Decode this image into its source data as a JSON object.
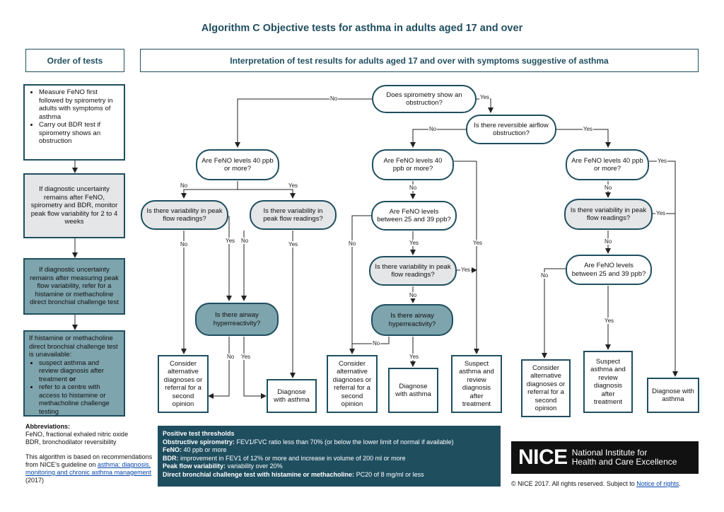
{
  "title": "Algorithm C Objective tests for asthma in adults aged 17 and over",
  "left_header": "Order of tests",
  "main_header": "Interpretation of test results for adults aged 17 and over with symptoms suggestive of asthma",
  "order": {
    "box1_items": [
      "Measure FeNO first followed by spirometry in adults with symptoms of asthma",
      "Carry out BDR test if spirometry shows an obstruction"
    ],
    "box2": "If diagnostic uncertainty remains after FeNO, spirometry and BDR, monitor peak flow variability for 2 to 4 weeks",
    "box3": "If diagnostic uncertainty remains after measuring peak flow variability, refer for a histamine or methacholine direct bronchial challenge test",
    "box4_intro": "If histamine or methacholine direct bronchial challenge test is unavailable:",
    "box4_item1": "suspect asthma and review diagnosis after treatment",
    "box4_item1_bold": "or",
    "box4_item2": "refer to a centre with access to histamine or methacholine challenge testing"
  },
  "nodes": {
    "spiro": "Does spirometry show an obstruction?",
    "rev": "Is there reversible airflow obstruction?",
    "f1": "Are FeNO levels 40 ppb or more?",
    "f2": "Are FeNO levels 40 ppb or more?",
    "f3": "Are FeNO levels 40 ppb or more?",
    "pf1": "Is there variability in peak flow readings?",
    "pf2": "Is there variability in peak flow readings?",
    "f25a": "Are FeNO levels between 25 and 39 ppb?",
    "pf3": "Is there variability in peak flow readings?",
    "pf4": "Is there variability in peak flow readings?",
    "f25b": "Are FeNO levels between 25 and 39 ppb?",
    "ahr1": "Is there airway hyperreactivity?",
    "ahr2": "Is there airway hyperreactivity?"
  },
  "outcomes": {
    "o1": "Consider alternative diagnoses or referral for a second opinion",
    "o2": "Diagnose with asthma",
    "o3": "Consider alternative diagnoses or referral for a second opinion",
    "o4": "Diagnose with asthma",
    "o5": "Suspect asthma and review diagnosis after treatment",
    "o6": "Consider alternative diagnoses or referral for a second opinion",
    "o7": "Suspect asthma and review diagnosis after treatment",
    "o8": "Diagnose with asthma"
  },
  "labels": {
    "yes": "Yes",
    "no": "No"
  },
  "abbreviations": {
    "heading": "Abbreviations:",
    "line1": "FeNO, fractional exhaled nitric oxide",
    "line2": "BDR, bronchodilator reversibility",
    "note_pre": "This algorithm is based on recommendations from NICE’s guideline on",
    "note_link": "asthma: diagnosis, monitoring and chronic asthma management",
    "note_post": "(2017)"
  },
  "thresholds": {
    "heading": "Positive test thresholds",
    "spiro_label": "Obstructive spirometry:",
    "spiro_text": "FEV1/FVC ratio less than 70% (or below the lower limit of normal if available)",
    "feno_label": "FeNO:",
    "feno_text": "40 ppb or more",
    "bdr_label": "BDR:",
    "bdr_text": "improvement in FEV1 of 12% or more and increase in volume of 200 ml or more",
    "pf_label": "Peak flow variability:",
    "pf_text": "variability over 20%",
    "dbc_label": "Direct bronchial challenge test with histamine or methacholine:",
    "dbc_text": "PC20 of 8 mg/ml or less"
  },
  "logo": {
    "word": "NICE",
    "line1": "National Institute for",
    "line2": "Health and Care Excellence"
  },
  "copyright": {
    "text": "© NICE 2017. All rights reserved. Subject to",
    "link": "Notice of rights",
    "end": "."
  },
  "colors": {
    "dark_teal": "#1f4e5f",
    "grey_box": "#e4e6e7",
    "teal_box": "#7ea4ad",
    "mid_teal": "#3f6e7a"
  }
}
